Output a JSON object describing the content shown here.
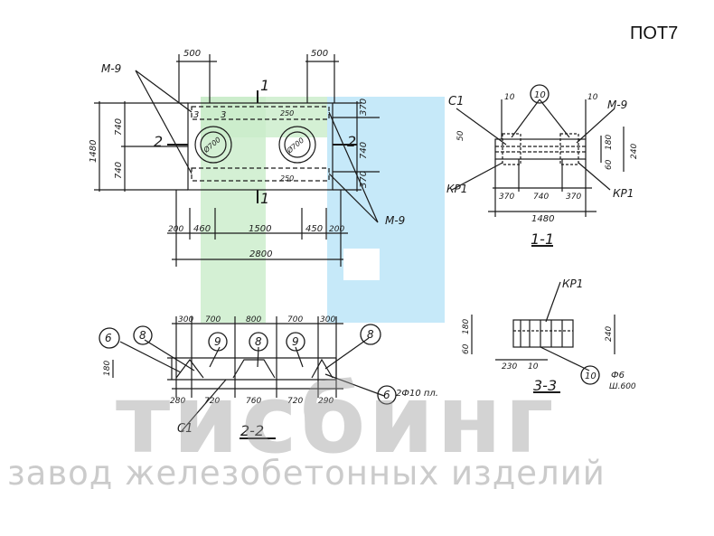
{
  "title": "ПОТ7",
  "watermark": {
    "brand": "тисбинг",
    "subtitle": "завод железобетонных изделий",
    "logo_colors": {
      "green": "#c9ecc9",
      "blue": "#b8e3f7"
    }
  },
  "plan": {
    "dims_top": [
      "500",
      "500"
    ],
    "dims_left": [
      "1480",
      "740",
      "740"
    ],
    "dims_right": [
      "370",
      "740",
      "370"
    ],
    "dims_bottom": [
      "200",
      "460",
      "1500",
      "450",
      "200"
    ],
    "total": "2800",
    "holes": [
      "Ø700",
      "Ø700"
    ],
    "inner": [
      "250",
      "250",
      "3",
      "3"
    ],
    "marks": {
      "mesh": "М-9",
      "section1": "1",
      "section2": "2"
    }
  },
  "section11": {
    "label": "1-1",
    "marks": [
      "С1",
      "М-9",
      "КР1",
      "КР1",
      "10"
    ],
    "dims_top": [
      "10",
      "10"
    ],
    "dims_left": [
      "50"
    ],
    "dims_right": [
      "180",
      "240",
      "60"
    ],
    "dims_bottom": [
      "370",
      "740",
      "370"
    ],
    "total": "1480"
  },
  "section22": {
    "label": "2-2",
    "dims_top": [
      "300",
      "700",
      "800",
      "700",
      "300"
    ],
    "dims_bottom": [
      "280",
      "720",
      "760",
      "720",
      "290"
    ],
    "dim_left": "180",
    "marks": [
      "6",
      "8",
      "9",
      "8",
      "9",
      "8",
      "6"
    ],
    "c1": "С1",
    "rebar_note": "2Ф10 пл."
  },
  "section33": {
    "label": "3-3",
    "mark": "КР1",
    "dims_left": [
      "180",
      "60"
    ],
    "dim_right": "240",
    "dims_bottom": [
      "230",
      "10"
    ],
    "bubble": "10",
    "note_a": "Ф6",
    "note_b": "Ш.600"
  }
}
